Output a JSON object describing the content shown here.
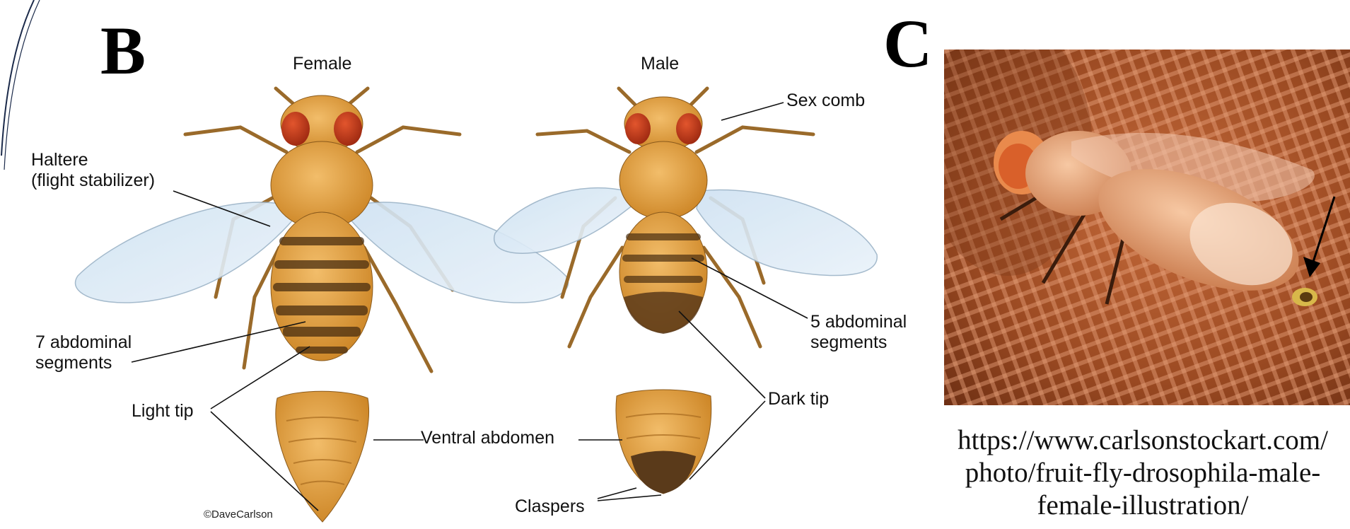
{
  "panels": {
    "b": "B",
    "c": "C"
  },
  "diagram": {
    "female_heading": "Female",
    "male_heading": "Male",
    "labels": {
      "haltere": "Haltere\n(flight stabilizer)",
      "seven_segments": "7 abdominal\nsegments",
      "light_tip": "Light tip",
      "ventral_abdomen": "Ventral abdomen",
      "credit": "©DaveCarlson",
      "sex_comb": "Sex comb",
      "five_segments": "5 abdominal\nsegments",
      "dark_tip": "Dark tip",
      "claspers": "Claspers"
    }
  },
  "photo": {
    "caption": "https://www.carlsonstockart.com/\nphoto/fruit-fly-drosophila-male-\nfemale-illustration/"
  }
}
